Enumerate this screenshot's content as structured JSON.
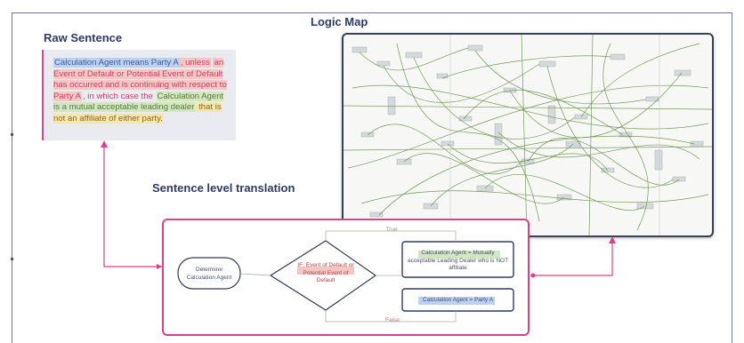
{
  "titles": {
    "raw_sentence": "Raw Sentence",
    "logic_map": "Logic Map",
    "sentence_translation": "Sentence level translation"
  },
  "raw_sentence_parts": {
    "p1": "Calculation Agent means Party A",
    "p2": ", unless",
    "p3": "an Event of Default or Potential Event of Default has occurred and is continuing with respect to Party A",
    "p4": ", in which case the",
    "p5": "Calculation Agent is a mutual acceptable leading dealer",
    "p6": " that is not an affiliate of either party."
  },
  "flow": {
    "start": "Determine Calculation Agent",
    "decision": "IF: Event of Default or Potential Event of Default",
    "true_label": "True",
    "false_label": "False",
    "result_true": "Calculation Agent = Mutually acceptable Leading Dealer who is NOT affiliate",
    "result_false": "Calculation Agent = Party A"
  },
  "colors": {
    "pink_accent": "#d93f8a",
    "navy": "#2d3b63",
    "map_edge": "#5d8a3c"
  }
}
